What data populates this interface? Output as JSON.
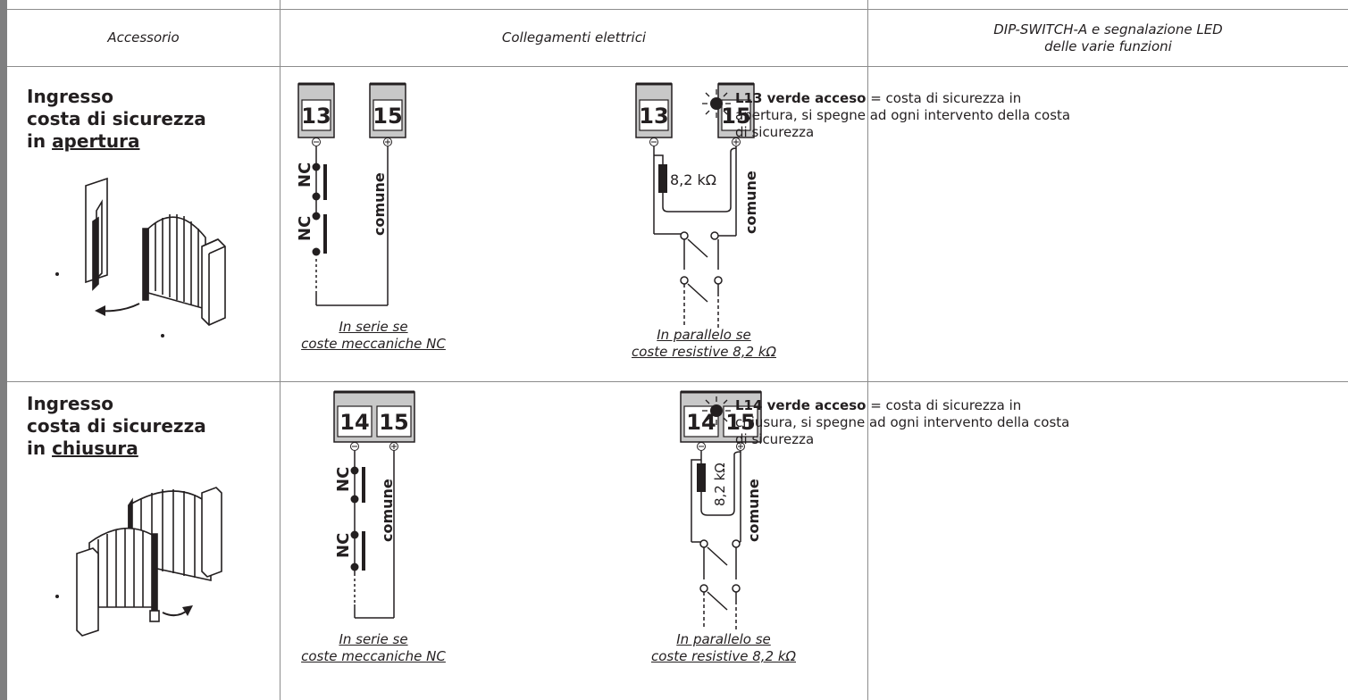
{
  "header": {
    "col1": "Accessorio",
    "col2": "Collegamenti elettrici",
    "col3_line1": "DIP-SWITCH-A e segnalazione LED",
    "col3_line2": "delle varie funzioni"
  },
  "rows": [
    {
      "title_line1": "Ingresso",
      "title_line2": "costa di sicurezza",
      "title_prefix": "in ",
      "title_underlined": "apertura",
      "series": {
        "terminal_a": "13",
        "terminal_b": "15",
        "nc1": "NC",
        "nc2": "NC",
        "comune": "comune",
        "caption_line1": "In serie se",
        "caption_line2": "coste meccaniche NC"
      },
      "parallel": {
        "terminal_a": "13",
        "terminal_b": "15",
        "resistor": "8,2 kΩ",
        "comune": "comune",
        "caption_line1": "In parallelo se",
        "caption_line2": "coste resistive 8,2 kΩ"
      },
      "led_bold": "L13 verde acceso",
      "led_text": " = costa di sicurezza in apertura, si spegne ad ogni intervento della costa di sicurezza"
    },
    {
      "title_line1": "Ingresso",
      "title_line2": "costa di sicurezza",
      "title_prefix": "in ",
      "title_underlined": "chiusura",
      "series": {
        "terminal_a": "14",
        "terminal_b": "15",
        "nc1": "NC",
        "nc2": "NC",
        "comune": "comune",
        "caption_line1": "In serie se",
        "caption_line2": "coste meccaniche NC"
      },
      "parallel": {
        "terminal_a": "14",
        "terminal_b": "15",
        "resistor": "8,2 kΩ",
        "comune": "comune",
        "caption_line1": "In parallelo se",
        "caption_line2": "coste resistive 8,2 kΩ"
      },
      "led_bold": "L14 verde acceso",
      "led_text": " = costa di sicurezza in chiusura, si spegne ad ogni intervento della costa di sicurezza"
    }
  ]
}
